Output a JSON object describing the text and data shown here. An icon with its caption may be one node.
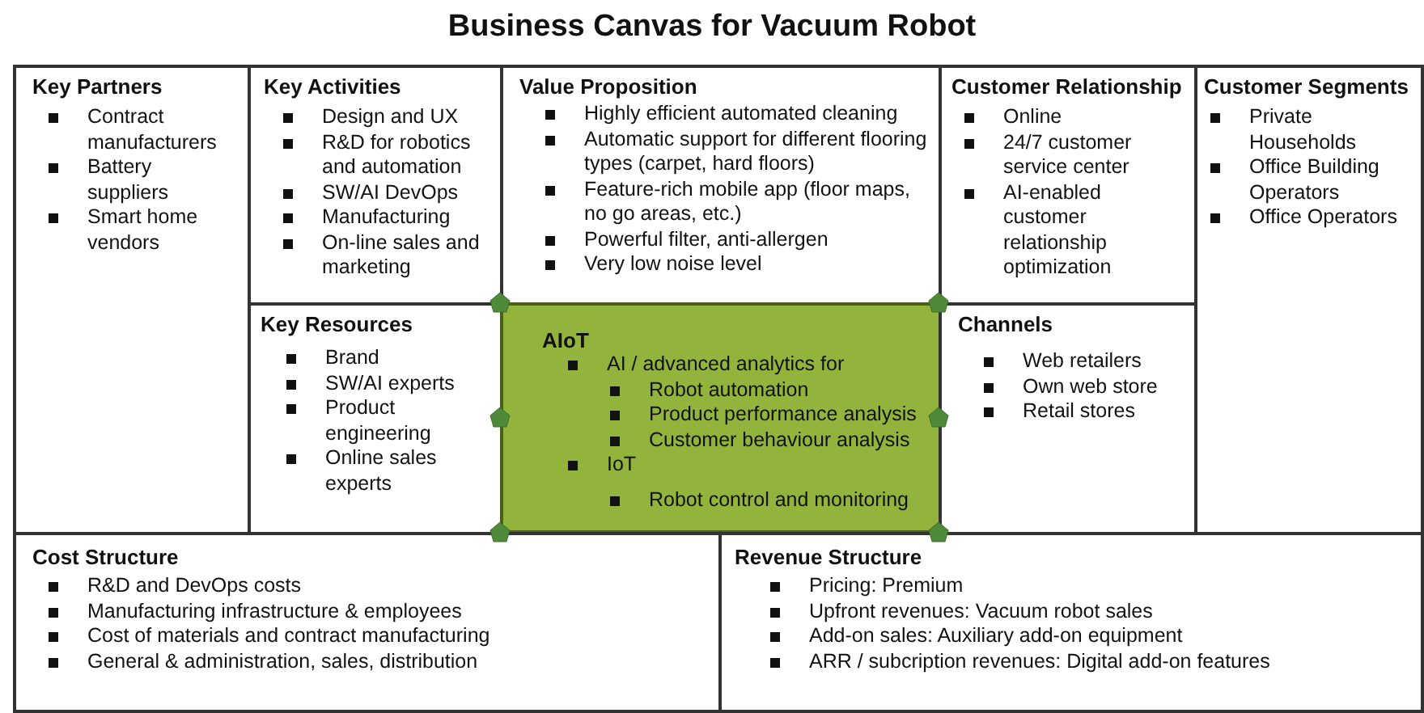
{
  "diagram": {
    "title": "Business Canvas for Vacuum Robot",
    "nodes": [
      {
        "text": [
          "Key Partners",
          "Contract manufacturers",
          "Battery suppliers",
          "Smart home vendors"
        ]
      },
      {
        "text": [
          "Key Activities",
          "Design and UX",
          "R&D for robotics and automation",
          "SW/AI DevOps",
          "Manufacturing",
          "On-line sales and marketing"
        ]
      },
      {
        "text": [
          "Value Proposition",
          "Highly efficient automated cleaning",
          "Automatic support for different flooring types (carpet, hard floors)",
          "Feature-rich mobile app (floor maps, no go areas, etc.)",
          "Powerful filter, anti-allergen",
          "Very low noise level"
        ]
      },
      {
        "text": [
          "Customer Relationship",
          "Online",
          "24/7 customer service center",
          "AI-enabled customer relationship optimization"
        ]
      },
      {
        "text": [
          "Customer Segments",
          "Private Households",
          "Office Building Operators",
          "Office Operators"
        ]
      },
      {
        "text": [
          "Key Resources",
          "Brand",
          "SW/AI experts",
          "Product engineering",
          "Online sales experts"
        ]
      },
      {
        "text": [
          "AIoT",
          "AI / advanced analytics for",
          "Robot automation",
          "Product performance analysis",
          "Customer behaviour analysis",
          "IoT",
          "Robot control and monitoring"
        ]
      },
      {
        "text": [
          "Channels",
          "Web retailers",
          "Own web store",
          "Retail stores"
        ]
      },
      {
        "text": [
          "Cost Structure",
          "R&D and DevOps costs",
          "Manufacturing infrastructure & employees",
          "Cost of materials and contract manufacturing",
          "General & administration, sales, distribution"
        ]
      },
      {
        "text": [
          "Revenue Structure",
          "Pricing: Premium",
          "Upfront revenues: Vacuum robot sales",
          "Add-on sales: Auxiliary add-on equipment",
          "ARR / subcription revenues: Digital add-on features"
        ]
      }
    ]
  }
}
